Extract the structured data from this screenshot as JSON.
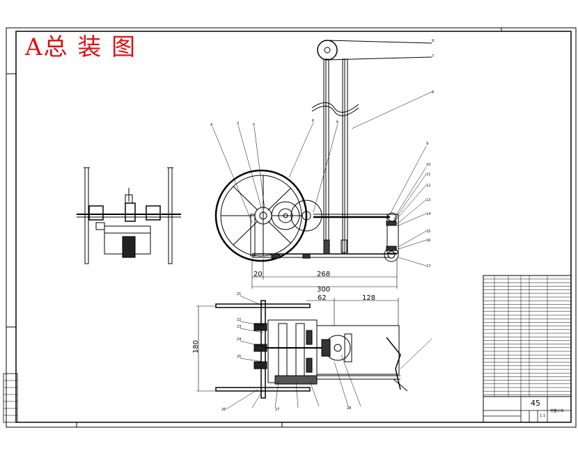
{
  "title": "A总 装 图",
  "dimensions": {
    "left_20": "20",
    "span_268": "268",
    "span_300": "300",
    "top_62": "62",
    "top_128": "128",
    "height_180": "180"
  },
  "title_block": {
    "part_no": "45",
    "drawing_name": "完整小车",
    "scale": "1:1"
  },
  "colors": {
    "title": "#e01010",
    "line": "#000000"
  },
  "balloons": {
    "right": [
      "9",
      "7",
      "8",
      "9",
      "10",
      "11",
      "12",
      "13",
      "14",
      "15",
      "16",
      "17"
    ],
    "top": [
      "4",
      "3",
      "5",
      "6",
      "6"
    ],
    "left_bottom": [
      "21",
      "22",
      "23",
      "24",
      "25",
      "26",
      "27",
      "28"
    ]
  }
}
